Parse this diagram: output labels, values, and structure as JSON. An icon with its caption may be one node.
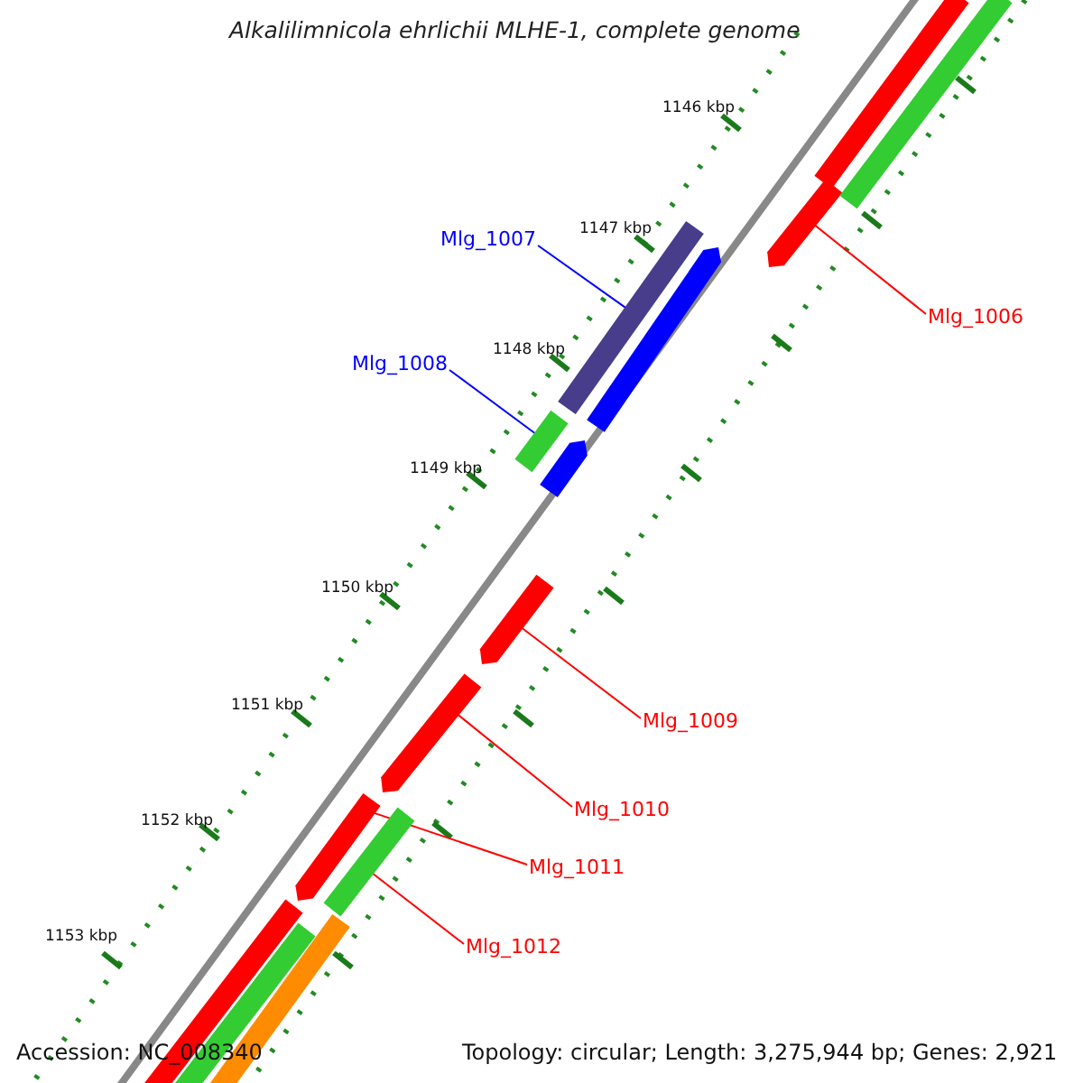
{
  "diagram": {
    "title": "Alkalilimnicola ehrlichii MLHE-1, complete genome",
    "nodes": [
      {
        "text": [
          "Mlg_1007"
        ]
      },
      {
        "text": [],
        "shape": "bar"
      },
      {
        "text": [
          "Mlg_1006"
        ]
      },
      {
        "text": [],
        "shape": "bar"
      },
      {
        "text": [
          "Mlg_1008"
        ]
      },
      {
        "text": [],
        "shape": "bar"
      },
      {
        "text": [
          "Mlg_1009"
        ]
      },
      {
        "text": [],
        "shape": "bar"
      },
      {
        "text": [
          "Mlg_1010"
        ]
      },
      {
        "text": [],
        "shape": "bar"
      },
      {
        "text": [
          "Mlg_1011"
        ]
      },
      {
        "text": [],
        "shape": "bar"
      },
      {
        "text": [
          "Mlg_1012"
        ]
      },
      {
        "text": [],
        "shape": "bar"
      },
      {
        "text": [],
        "shape": "bar"
      },
      {
        "text": [],
        "shape": "bar"
      },
      {
        "text": [],
        "shape": "bar"
      },
      {
        "text": [],
        "shape": "bar"
      },
      {
        "text": [],
        "shape": "bar"
      },
      {
        "text": [],
        "shape": "bar"
      },
      {
        "text": [],
        "shape": "bar"
      }
    ],
    "edges": [
      {
        "from": 0,
        "to": 1,
        "arrow": "none",
        "color": "#0000ff"
      },
      {
        "from": 2,
        "to": 3,
        "arrow": "none"
      },
      {
        "from": 4,
        "to": 5,
        "arrow": "none",
        "color": "#0000ff"
      },
      {
        "from": 6,
        "to": 7,
        "arrow": "none"
      },
      {
        "from": 8,
        "to": 9,
        "arrow": "none"
      },
      {
        "from": 10,
        "to": 11,
        "arrow": "none"
      },
      {
        "from": 12,
        "to": 13,
        "arrow": "none"
      }
    ],
    "labels": [
      "1146 kbp",
      "1147 kbp",
      "1148 kbp",
      "1149 kbp",
      "1150 kbp",
      "1151 kbp",
      "1152 kbp",
      "1153 kbp",
      "Accession: NC_008340",
      "Topology: circular; Length: 3,275,944 bp; Genes: 2,921"
    ]
  }
}
